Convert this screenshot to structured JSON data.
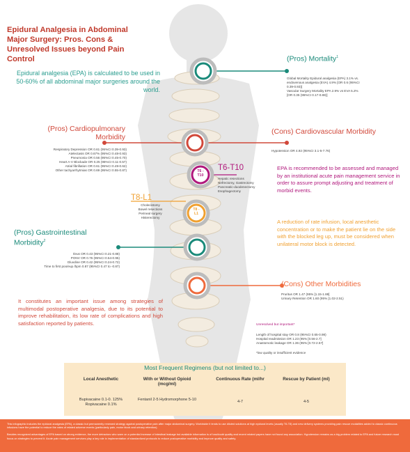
{
  "title": "Epidural Analgesia in Abdominal Major Surgery: Pros. Cons & Unresolved Issues beyond Pain Control",
  "intro": "Epidural analgesia (EPA) is calculated to be used in 50-60% of all  abdominal major surgeries around the world.",
  "mortality": {
    "heading": "(Pros) Mortality",
    "sup": "1",
    "lines": [
      "Global Mortality Epidural analgesia (EPA) 3.1% vs.",
      "endovenous analgesia (EVA) 4.9%  [OR 0.6 (95%CI",
      "0.39-0.93)]",
      "Vascular Surgery Mortality EPA 2.9% vs EVA 5.2%",
      "[OR 0.35 (95%CI 0.17-0.88)]"
    ]
  },
  "cardiopulmonary": {
    "heading": "(Pros) Cardiopulmonary Morbidity",
    "lines": [
      "Respiratory Depression OR 0.61 (95%CI 0.39-0.93)",
      "Atelectasis OR 0.67% (95%CI 0.48-0.93)",
      "Pneumonia OR 0.56 (95%CI 0.45-0.70)",
      "Heart A-V Blockade OR 0.25 (95%CI 0.11-0.57)",
      "Atrial fibrillation OR 0.61 (95%CI 0.49-0.62)",
      "Other tachyarrhytmias OR 0.69 (95%CI 0.55-0.87)"
    ]
  },
  "cardiovascular": {
    "heading": "(Cons) Cardiovascular Morbidity",
    "lines": [
      "Hypotension OR 4.92 (95%CI 3.1-5-7.76)"
    ]
  },
  "t6t10": {
    "heading": "T6-T10",
    "badge_top": "T6 -",
    "badge_bottom": "T10",
    "lines": [
      "Hepatic resections",
      "Nefrectomy, Gastrectomy",
      "Pancreatic-duodenectomy",
      "Esophagectomy"
    ]
  },
  "t8l1": {
    "heading": "T8-L1",
    "badge_top": "T8 -",
    "badge_bottom": "L1",
    "lines": [
      "Cholecistomy",
      "Bowel resections",
      "Perineal surgery",
      "Histerectomy"
    ]
  },
  "epa_recommend": "EPA is recommended to be assessed and managed by an institutional acute pain management service in order to assure prompt adjusting and treatment of morbid events.",
  "epa_reduction": "A reduction of rate infusion, local anesthetic concentration or to make the patient lie on the side with the blocked leg up, must be considered when unilateral motor block is detected.",
  "gastro": {
    "heading": "(Pros) Gastrointestinal Morbidity",
    "sup": "2",
    "lines": [
      "Ileus OR 0.43 (95%CI 0.21-0.88)",
      "PONV OR 0.76 (95%CI 0.54-0.95)",
      "Gluvdine OR 0.42 (95%CI 0.24-0.72)",
      "Time to first poo/eup /bpm 0.87 (95%CI 0.47 to -0.87)"
    ]
  },
  "other_morb": {
    "heading": "(Cons) Other Morbidities",
    "lines": [
      "Pruritus OR 1.47 (95% [1.15-1.88]",
      "Urinary Retention OR 1.60 (95% [1.02-2.51)"
    ]
  },
  "important": "It constitutes an important issue among strategies of multimodal postoperative analgesia, due to its potential to improve rehabilitation, its low rate of complications and high satisfaction reported by patients.",
  "unresolved": {
    "heading": "Unresolved but important*",
    "lines": [
      "Length of hospital stay OR 0.8 (95%CI 0.65-0.98)",
      "Hospital readmission OR 1.23 (95% [0.56-2.7]",
      "Anastomotic leakage OR 1.36 (95% [0.72-2.57]"
    ],
    "note": "*low quality or insufficient evidence"
  },
  "regimens": {
    "title": "Most Frequent Regimens (but not limited to...)",
    "headers": [
      "Local Anesthetic",
      "With or Without Opioid (mcg/ml)",
      "Continuous Rate (ml/hr",
      "Rescue by Patient (ml)"
    ],
    "row": [
      "Bupivacaine 0.1-0. 125% Ropivacaine 0.1%",
      "Fentanil 2-5 Hydromorphone 5-10",
      "4-7",
      "4-5"
    ]
  },
  "footer": {
    "p1": "This infographic includes the epidural analgesia (EPA), a classic but permanently renewed strategy against postoperative pain after major abdominal surgery. Worldwide it tends to use diluted solutions at high epidural levels (usually T6-T8) and new delivery systems providing pain rescue modalities added to classic continuous infusions have the potential to reduce the rates of related adverse events (particularly pain, motor block and urinary retention).",
    "p2": "Besides recognized advantages of EPA based on strong evidence, the more detractors who warn on a potential increase of intestinal leakage but available information is of low/doubt quality and recent related papers have not found any association. Hypotension remains as a big problem related to EPA and future research must focus on strategies to prevent it. Acute pain management services play a key role in implementation of standardized protocols to reduce postoperative morbidity and improve quality and safety."
  },
  "colors": {
    "teal": "#1a8a7a",
    "red": "#d1483a",
    "purple": "#b0187c",
    "orange": "#f0a030",
    "footer": "#ef6a3c"
  }
}
